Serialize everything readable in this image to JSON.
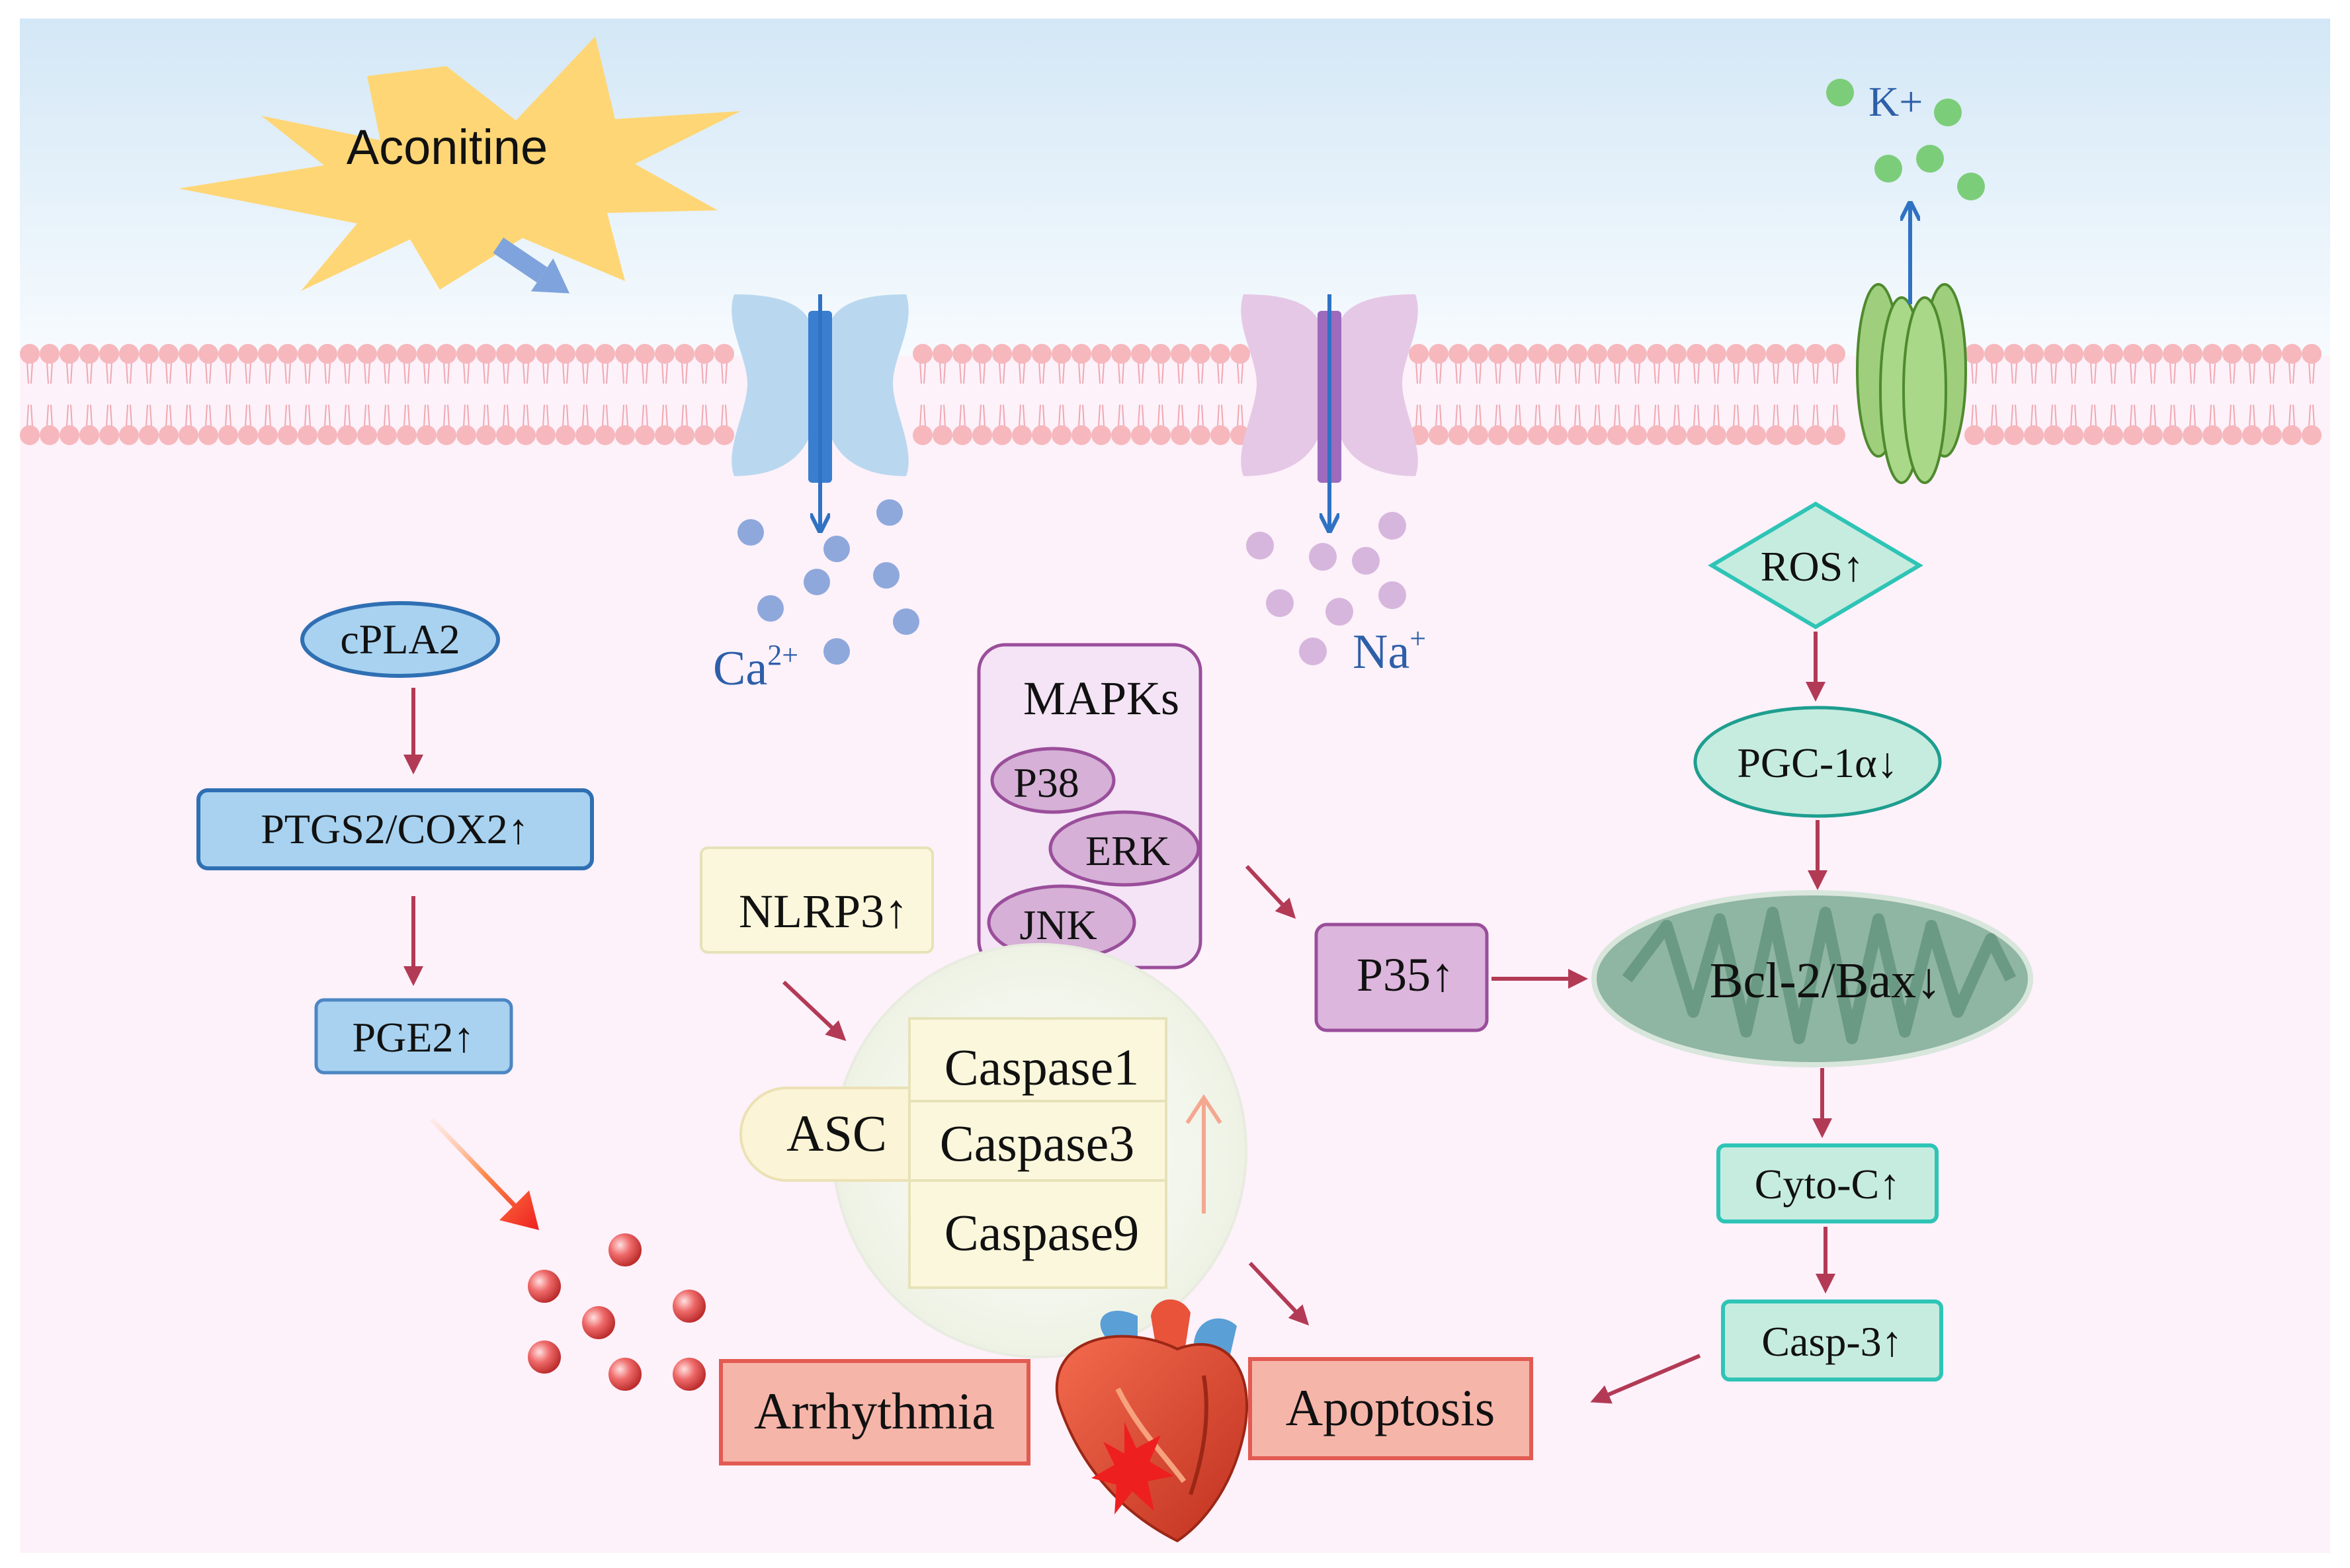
{
  "stimulus": {
    "label": "Aconitine"
  },
  "ions": {
    "calcium": {
      "label": "Ca",
      "superscript": "2+"
    },
    "sodium": {
      "label": "Na",
      "superscript": "+"
    },
    "potassium": {
      "label": "K+"
    }
  },
  "left_pathway": {
    "cpla2": "cPLA2",
    "ptgs2": "PTGS2/COX2↑",
    "pge2": "PGE2↑"
  },
  "mapks": {
    "title": "MAPKs",
    "items": [
      "P38",
      "ERK",
      "JNK"
    ]
  },
  "inflammasome": {
    "nlrp3": "NLRP3↑",
    "asc": "ASC",
    "caspases": [
      "Caspase1",
      "Caspase3",
      "Caspase9"
    ]
  },
  "p35": "P35↑",
  "right_pathway": {
    "ros": "ROS↑",
    "pgc": "PGC-1α↓",
    "bcl": "Bcl-2/Bax↓",
    "cyto": "Cyto-C↑",
    "casp3": "Casp-3↑"
  },
  "outcomes": {
    "arrhythmia": "Arrhythmia",
    "apoptosis": "Apoptosis"
  },
  "colors": {
    "extracellular": "#dcebf7",
    "intracellular": "#fdf1fa",
    "membrane": "#f5b9be",
    "arrow": "#b23a55",
    "calcium": "#8ea8dc",
    "sodium": "#d7b6dd",
    "potassium": "#7ccd7a",
    "teal": "#2ec4b6",
    "outcome": "#f6b5a9"
  }
}
